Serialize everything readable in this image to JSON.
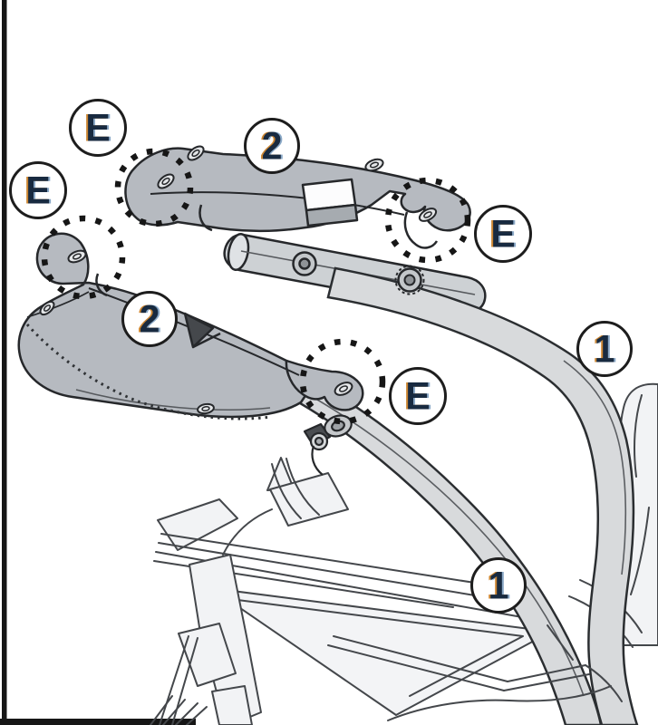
{
  "figure": {
    "kind": "technical-installation-diagram",
    "subject": "Pannier rack bracket mounting on motorcycle rear frame",
    "background": "#ffffff",
    "page_border_color": "#161616",
    "colors": {
      "bracket_fill": "#b6bac0",
      "tube_fill": "#d8dadc",
      "cross_tube_fill": "#cdd1d4",
      "frame_lineart_fill": "#f2f3f5",
      "outline": "#26282b",
      "label_text": "#182a40",
      "label_fringe_left": "#cd8733",
      "label_fringe_right": "#8ba9c7",
      "highlight_dots": "#161616"
    },
    "callouts": [
      {
        "id": "E-upper-left",
        "label": "E"
      },
      {
        "id": "E-left",
        "label": "E"
      },
      {
        "id": "E-right",
        "label": "E"
      },
      {
        "id": "E-center",
        "label": "E"
      },
      {
        "id": "part-2-upper",
        "label": "2"
      },
      {
        "id": "part-2-lower",
        "label": "2"
      },
      {
        "id": "part-1-upper",
        "label": "1"
      },
      {
        "id": "part-1-lower",
        "label": "1"
      }
    ],
    "highlight_circles": [
      "upper-bracket-left-tab",
      "lower-bracket-rear-tab",
      "upper-bracket-right-tab",
      "lower-bracket-front-tab"
    ]
  }
}
